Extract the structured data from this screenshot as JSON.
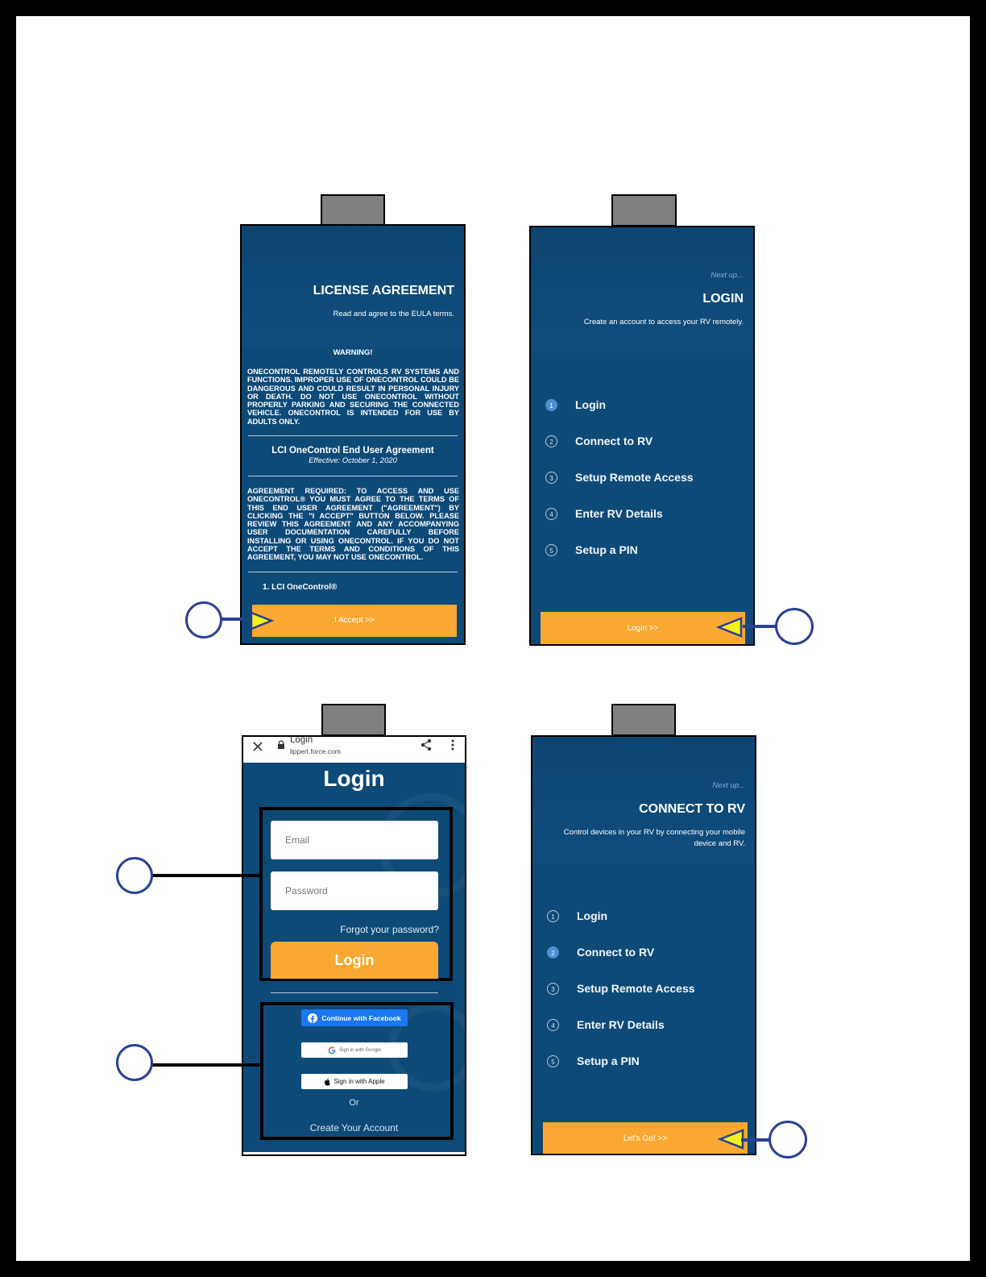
{
  "screen1": {
    "title": "LICENSE AGREEMENT",
    "subtitle": "Read and agree to the EULA terms.",
    "warning_heading": "WARNING!",
    "warning_text": "ONECONTROL REMOTELY CONTROLS RV SYSTEMS AND FUNCTIONS. IMPROPER USE OF ONECONTROL COULD BE DANGEROUS AND COULD RESULT IN PERSONAL INJURY OR DEATH. DO NOT USE ONECONTROL WITHOUT PROPERLY PARKING AND SECURING THE CONNECTED VEHICLE. ONECONTROL IS INTENDED FOR USE BY ADULTS ONLY.",
    "agreement_title": "LCI OneControl End User Agreement",
    "agreement_effective": "Effective: October 1, 2020",
    "agreement_required_label": "AGREEMENT REQUIRED:",
    "agreement_text": "TO ACCESS AND USE ONECONTROL® YOU MUST AGREE TO THE TERMS OF THIS END USER AGREEMENT (\"AGREEMENT\") BY CLICKING THE \"I ACCEPT\" BUTTON BELOW. PLEASE REVIEW THIS AGREEMENT AND ANY ACCOMPANYING USER DOCUMENTATION CAREFULLY BEFORE INSTALLING OR USING ONECONTROL. IF YOU DO NOT ACCEPT THE TERMS AND CONDITIONS OF THIS AGREEMENT, YOU MAY NOT USE ONECONTROL.",
    "section_1": "1. LCI OneControl®",
    "accept_button": "I Accept >>"
  },
  "screen2": {
    "next_up": "Next up...",
    "title": "LOGIN",
    "subtitle": "Create an account to access your RV remotely.",
    "steps": [
      {
        "num": "1",
        "label": "Login"
      },
      {
        "num": "2",
        "label": "Connect to RV"
      },
      {
        "num": "3",
        "label": "Setup Remote Access"
      },
      {
        "num": "4",
        "label": "Enter RV Details"
      },
      {
        "num": "5",
        "label": "Setup a PIN"
      }
    ],
    "button": "Login >>"
  },
  "screen3": {
    "browser_title": "Login",
    "browser_url": "lippert.force.com",
    "heading": "Login",
    "email_placeholder": "Email",
    "password_placeholder": "Password",
    "forgot_link": "Forgot your password?",
    "login_button": "Login",
    "facebook_button": "Continue with Facebook",
    "google_button": "Sign in with Google",
    "apple_button": "Sign in with Apple",
    "or_text": "Or",
    "create_account": "Create Your Account"
  },
  "screen4": {
    "next_up": "Next up...",
    "title": "CONNECT TO RV",
    "subtitle_line1": "Control devices in your RV by connecting your mobile",
    "subtitle_line2": "device and RV.",
    "steps": [
      {
        "num": "1",
        "label": "Login"
      },
      {
        "num": "2",
        "label": "Connect to RV"
      },
      {
        "num": "3",
        "label": "Setup Remote Access"
      },
      {
        "num": "4",
        "label": "Enter RV Details"
      },
      {
        "num": "5",
        "label": "Setup a PIN"
      }
    ],
    "button": "Let's Go! >>"
  },
  "colors": {
    "app_blue": "#0e4a78",
    "accent_orange": "#f9a832",
    "callout_blue": "#2b3f97",
    "arrow_yellow": "#f2f21a",
    "facebook_blue": "#1877f2"
  },
  "icons": [
    "close-icon",
    "lock-icon",
    "share-icon",
    "more-vert-icon",
    "facebook-icon",
    "google-icon",
    "apple-icon"
  ]
}
